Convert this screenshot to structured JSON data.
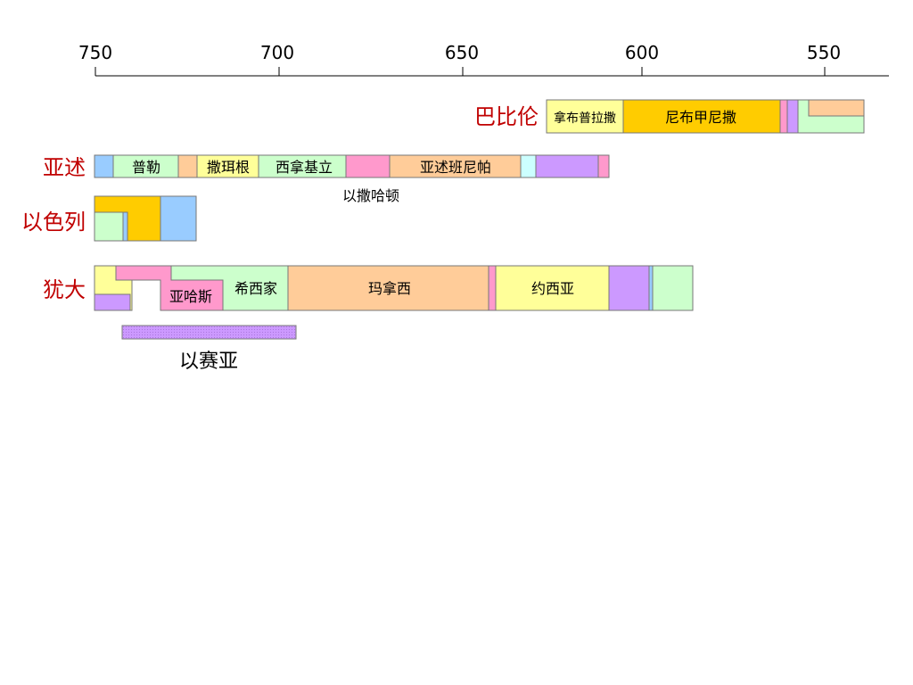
{
  "axis": {
    "ticks": [
      "750",
      "700",
      "650",
      "600",
      "550"
    ]
  },
  "rows": {
    "babylon": "巴比伦",
    "assyria": "亚述",
    "israel": "以色列",
    "judah": "犹大"
  },
  "rulers": {
    "babylon": [
      "拿布普拉撒",
      "尼布甲尼撒"
    ],
    "assyria": [
      "普勒",
      "撒珥根",
      "西拿基立",
      "亚述班尼帕"
    ],
    "judah": [
      "亚哈斯",
      "希西家",
      "玛拿西",
      "约西亚"
    ]
  },
  "notes": {
    "esarhaddon": "以撒哈顿",
    "isaiah": "以赛亚"
  },
  "colors": {
    "yellow": "#ffff99",
    "gold": "#ffcc00",
    "peach": "#ffcc99",
    "mint": "#ccffcc",
    "pink": "#ff99cc",
    "purple": "#cc99ff",
    "blue": "#99ccff",
    "cyan": "#ccffff",
    "row_label": "#c00000"
  },
  "chart_data": {
    "type": "timeline",
    "x_axis": {
      "ticks": [
        750,
        700,
        650,
        600,
        550
      ],
      "direction": "descending (BC)"
    },
    "rows": [
      {
        "name": "巴比伦",
        "rulers": [
          "拿布普拉撒",
          "尼布甲尼撒"
        ]
      },
      {
        "name": "亚述",
        "rulers": [
          "普勒",
          "撒珥根",
          "西拿基立",
          "亚述班尼帕"
        ],
        "note": "以撒哈顿"
      },
      {
        "name": "以色列",
        "rulers": []
      },
      {
        "name": "犹大",
        "rulers": [
          "亚哈斯",
          "希西家",
          "玛拿西",
          "约西亚"
        ]
      }
    ],
    "prophet": "以赛亚"
  }
}
